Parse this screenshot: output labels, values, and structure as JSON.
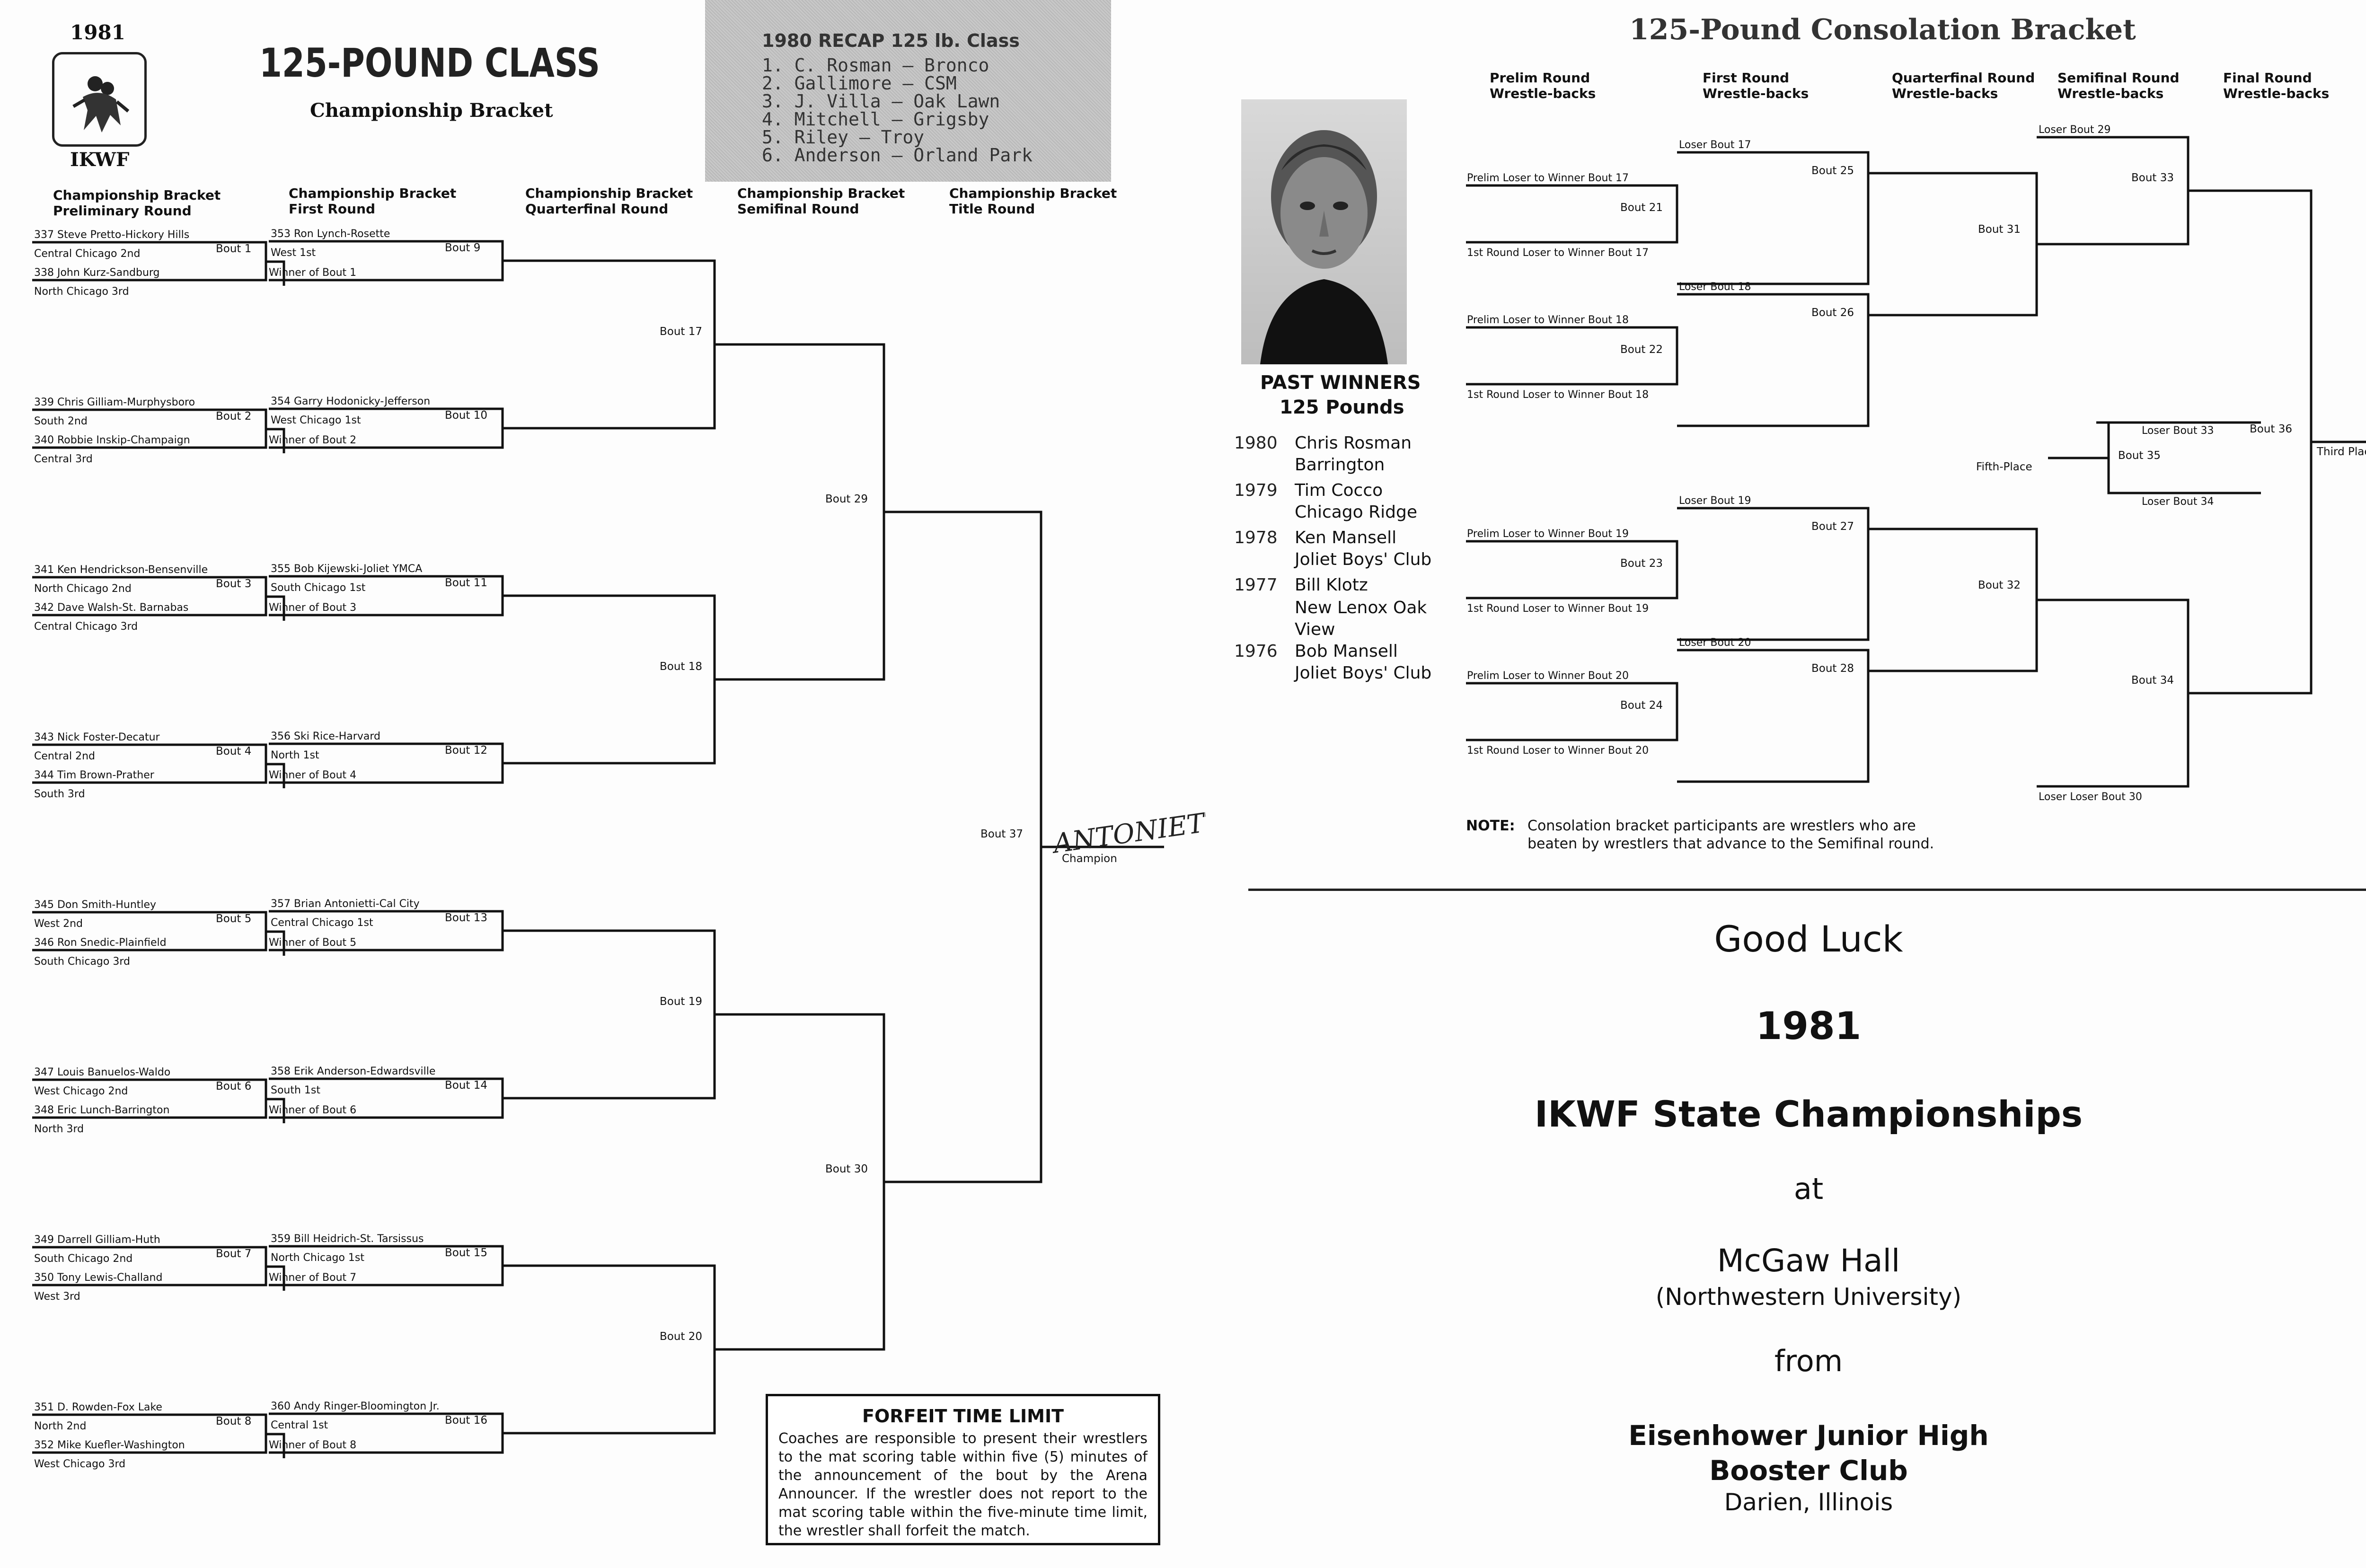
{
  "left": {
    "year": "1981",
    "org": "IKWF",
    "logo_icon": "wrestlers-logo-icon",
    "title": "125-POUND CLASS",
    "subtitle": "Championship Bracket",
    "recap": {
      "title": "1980 RECAP   125 lb. Class",
      "items": [
        "1. C. Rosman — Bronco",
        "2. Gallimore — CSM",
        "3. J. Villa — Oak Lawn",
        "4. Mitchell — Grigsby",
        "5. Riley — Troy",
        "6. Anderson — Orland Park"
      ]
    },
    "round_headers": [
      {
        "l1": "Championship Bracket",
        "l2": "Preliminary Round"
      },
      {
        "l1": "Championship Bracket",
        "l2": "First Round"
      },
      {
        "l1": "Championship Bracket",
        "l2": "Quarterfinal Round"
      },
      {
        "l1": "Championship Bracket",
        "l2": "Semifinal Round"
      },
      {
        "l1": "Championship Bracket",
        "l2": "Title Round"
      }
    ],
    "prelim": [
      {
        "top": "337 Steve Pretto-Hickory Hills",
        "top_sub": "Central Chicago 2nd",
        "bot": "338 John Kurz-Sandburg",
        "bot_sub": "North Chicago 3rd",
        "bout": "Bout 1",
        "winner": "Winner of Bout 1"
      },
      {
        "top": "339 Chris Gilliam-Murphysboro",
        "top_sub": "South 2nd",
        "bot": "340 Robbie Inskip-Champaign",
        "bot_sub": "Central 3rd",
        "bout": "Bout 2",
        "winner": "Winner of Bout 2"
      },
      {
        "top": "341 Ken Hendrickson-Bensenville",
        "top_sub": "North Chicago 2nd",
        "bot": "342 Dave Walsh-St. Barnabas",
        "bot_sub": "Central Chicago 3rd",
        "bout": "Bout 3",
        "winner": "Winner of Bout 3"
      },
      {
        "top": "343 Nick Foster-Decatur",
        "top_sub": "Central 2nd",
        "bot": "344 Tim Brown-Prather",
        "bot_sub": "South 3rd",
        "bout": "Bout 4",
        "winner": "Winner of Bout 4"
      },
      {
        "top": "345 Don Smith-Huntley",
        "top_sub": "West 2nd",
        "bot": "346 Ron Snedic-Plainfield",
        "bot_sub": "South Chicago 3rd",
        "bout": "Bout 5",
        "winner": "Winner of Bout 5"
      },
      {
        "top": "347 Louis Banuelos-Waldo",
        "top_sub": "West Chicago 2nd",
        "bot": "348 Eric Lunch-Barrington",
        "bot_sub": "North 3rd",
        "bout": "Bout 6",
        "winner": "Winner of Bout 6"
      },
      {
        "top": "349 Darrell Gilliam-Huth",
        "top_sub": "South Chicago 2nd",
        "bot": "350 Tony Lewis-Challand",
        "bot_sub": "West 3rd",
        "bout": "Bout 7",
        "winner": "Winner of Bout 7"
      },
      {
        "top": "351 D. Rowden-Fox Lake",
        "top_sub": "North 2nd",
        "bot": "352 Mike Kuefler-Washington",
        "bot_sub": "West Chicago 3rd",
        "bout": "Bout 8",
        "winner": "Winner of Bout 8"
      }
    ],
    "first_round": [
      {
        "name": "353 Ron Lynch-Rosette",
        "sub": "West 1st",
        "bout": "Bout 9"
      },
      {
        "name": "354 Garry Hodonicky-Jefferson",
        "sub": "West Chicago 1st",
        "bout": "Bout 10"
      },
      {
        "name": "355 Bob Kijewski-Joliet YMCA",
        "sub": "South Chicago 1st",
        "bout": "Bout 11"
      },
      {
        "name": "356 Ski Rice-Harvard",
        "sub": "North 1st",
        "bout": "Bout 12"
      },
      {
        "name": "357 Brian Antonietti-Cal City",
        "sub": "Central Chicago 1st",
        "bout": "Bout 13"
      },
      {
        "name": "358 Erik Anderson-Edwardsville",
        "sub": "South 1st",
        "bout": "Bout 14"
      },
      {
        "name": "359 Bill Heidrich-St. Tarsissus",
        "sub": "North Chicago 1st",
        "bout": "Bout 15"
      },
      {
        "name": "360 Andy Ringer-Bloomington Jr.",
        "sub": "Central 1st",
        "bout": "Bout 16"
      }
    ],
    "quarter_bouts": [
      "Bout 17",
      "Bout 18",
      "Bout 19",
      "Bout 20"
    ],
    "semi_bouts": [
      "Bout 29",
      "Bout 30"
    ],
    "final_bout": "Bout 37",
    "champion_label": "Champion",
    "champion_handwritten": "ANTONIETTI",
    "forfeit": {
      "title": "FORFEIT TIME LIMIT",
      "body": "Coaches are responsible to present their wrestlers to the mat scoring table within five (5) minutes of the announcement of the bout by the Arena Announcer. If the wrestler does not report to the mat scoring table within the five-minute time limit, the wrestler shall forfeit the match."
    }
  },
  "right": {
    "title": "125-Pound Consolation Bracket",
    "round_headers": [
      {
        "l1": "Prelim Round",
        "l2": "Wrestle-backs"
      },
      {
        "l1": "First Round",
        "l2": "Wrestle-backs"
      },
      {
        "l1": "Quarterfinal Round",
        "l2": "Wrestle-backs"
      },
      {
        "l1": "Semifinal Round",
        "l2": "Wrestle-backs"
      },
      {
        "l1": "Final Round",
        "l2": "Wrestle-backs"
      }
    ],
    "photo_icon": "wrestler-portrait-photo",
    "past_title": "PAST WINNERS",
    "past_sub": "125 Pounds",
    "past_winners": [
      {
        "year": "1980",
        "name": "Chris Rosman",
        "club": "Barrington"
      },
      {
        "year": "1979",
        "name": "Tim Cocco",
        "club": "Chicago Ridge"
      },
      {
        "year": "1978",
        "name": "Ken Mansell",
        "club": "Joliet Boys' Club"
      },
      {
        "year": "1977",
        "name": "Bill Klotz",
        "club": "New Lenox Oak View"
      },
      {
        "year": "1976",
        "name": "Bob Mansell",
        "club": "Joliet Boys' Club"
      }
    ],
    "prelim_wb": [
      {
        "top": "Prelim Loser to Winner Bout 17",
        "bot": "1st Round Loser to Winner Bout 17",
        "bout": "Bout 21"
      },
      {
        "top": "Prelim Loser to Winner Bout 18",
        "bot": "1st Round Loser to Winner Bout 18",
        "bout": "Bout 22"
      },
      {
        "top": "Prelim Loser to Winner Bout 19",
        "bot": "1st Round Loser to Winner Bout 19",
        "bout": "Bout 23"
      },
      {
        "top": "Prelim Loser to Winner Bout 20",
        "bot": "1st Round Loser to Winner Bout 20",
        "bout": "Bout 24"
      }
    ],
    "first_wb": [
      {
        "loser": "Loser Bout 17",
        "bout": "Bout 25"
      },
      {
        "loser": "Loser Bout 18",
        "bout": "Bout 26"
      },
      {
        "loser": "Loser Bout 19",
        "bout": "Bout 27"
      },
      {
        "loser": "Loser Bout 20",
        "bout": "Bout 28"
      }
    ],
    "quarter_bouts": [
      "Bout 31",
      "Bout 32"
    ],
    "semi": [
      {
        "loser": "Loser Bout 29",
        "bout": "Bout 33"
      },
      {
        "loser": "Loser Loser Bout 30",
        "bout": "Bout 34"
      }
    ],
    "fifth": {
      "top": "Loser Bout 33",
      "bout": "Bout 35",
      "bot": "Loser Bout 34",
      "label": "Fifth-Place"
    },
    "third": {
      "bout": "Bout 36",
      "label": "Third Place"
    },
    "note_label": "NOTE:",
    "note_text_1": "Consolation bracket participants are wrestlers who are",
    "note_text_2": "beaten by wrestlers that advance to the Semifinal round.",
    "good_luck": "Good Luck",
    "year": "1981",
    "event": "IKWF State Championships",
    "at": "at",
    "venue": "McGaw Hall",
    "venue_sub": "(Northwestern University)",
    "from": "from",
    "sponsor_1": "Eisenhower Junior High",
    "sponsor_2": "Booster Club",
    "city": "Darien, Illinois"
  }
}
